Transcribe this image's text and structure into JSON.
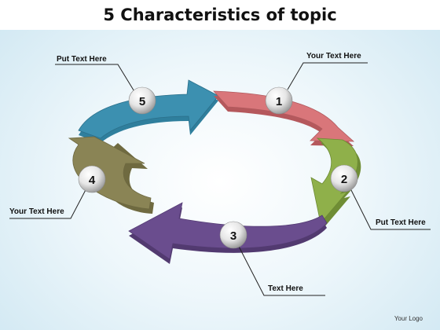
{
  "title": "5 Characteristics of topic",
  "steps": [
    {
      "number": "1",
      "label": "Your Text Here",
      "color": "#d9767a"
    },
    {
      "number": "2",
      "label": "Put Text Here",
      "color": "#8fb04a"
    },
    {
      "number": "3",
      "label": "Text Here",
      "color": "#6a4d8e"
    },
    {
      "number": "4",
      "label": "Your Text Here",
      "color": "#8a8455"
    },
    {
      "number": "5",
      "label": "Put Text Here",
      "color": "#3c90b0"
    }
  ],
  "logo": "Your Logo"
}
